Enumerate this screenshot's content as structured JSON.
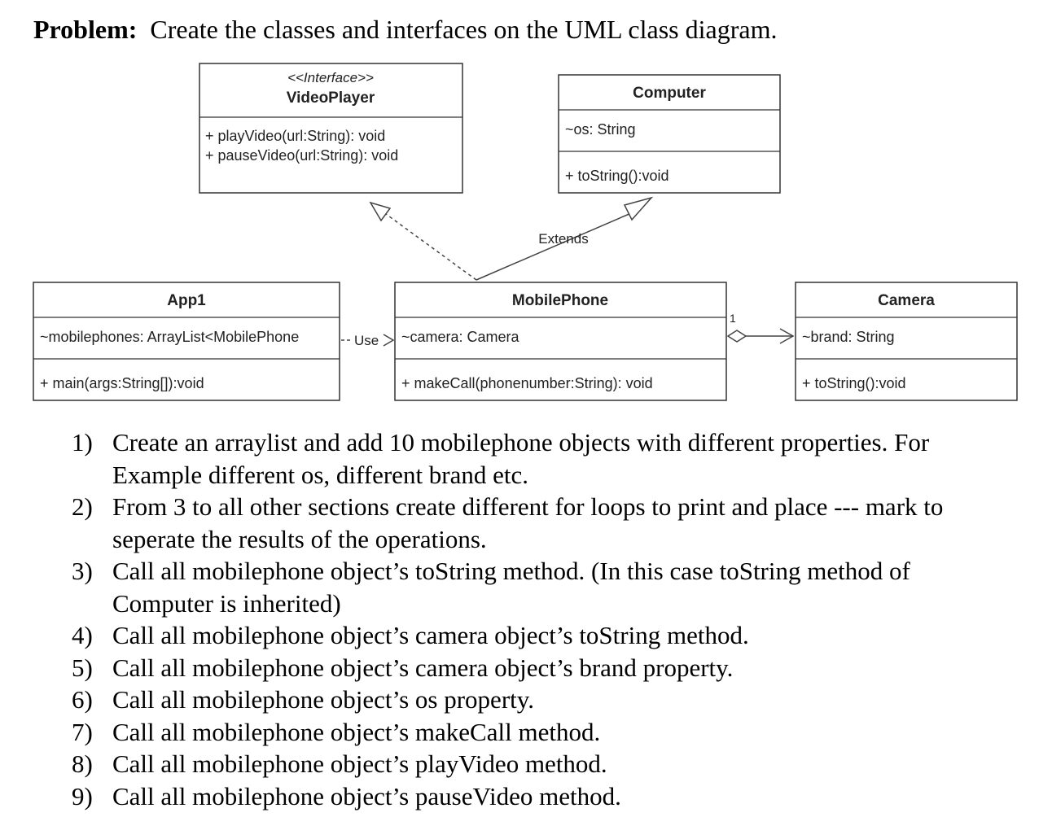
{
  "problem": {
    "label": "Problem:",
    "text": "Create the classes and interfaces on the UML class diagram."
  },
  "diagram": {
    "videoplayer": {
      "stereotype": "<<Interface>>",
      "name": "VideoPlayer",
      "methods": [
        "+ playVideo(url:String): void",
        "+ pauseVideo(url:String): void"
      ]
    },
    "computer": {
      "name": "Computer",
      "attribute": "~os: String",
      "method": "+ toString():void"
    },
    "app1": {
      "name": "App1",
      "attribute": "~mobilephones: ArrayList<MobilePhone",
      "method": "+ main(args:String[]):void"
    },
    "mobilephone": {
      "name": "MobilePhone",
      "attribute": "~camera: Camera",
      "method": "+ makeCall(phonenumber:String): void"
    },
    "camera": {
      "name": "Camera",
      "attribute": "~brand: String",
      "method": "+ toString():void"
    },
    "labels": {
      "extends": "Extends",
      "use": "Use",
      "multiplicity": "1"
    }
  },
  "tasks": [
    {
      "num": "1)",
      "text": "Create an arraylist and add 10 mobilephone objects with different properties. For Example different os, different brand etc."
    },
    {
      "num": "2)",
      "text": "From 3 to all other sections create different for loops to print and place --- mark to seperate the results of the operations."
    },
    {
      "num": "3)",
      "text": "Call all mobilephone object’s toString method. (In this case toString method of Computer is inherited)"
    },
    {
      "num": "4)",
      "text": "Call all mobilephone object’s camera object’s toString method."
    },
    {
      "num": "5)",
      "text": "Call all mobilephone object’s camera object’s brand property."
    },
    {
      "num": "6)",
      "text": "Call all mobilephone object’s os property."
    },
    {
      "num": "7)",
      "text": "Call all mobilephone object’s makeCall method."
    },
    {
      "num": "8)",
      "text": "Call all mobilephone object’s playVideo method."
    },
    {
      "num": "9)",
      "text": "Call all mobilephone object’s pauseVideo method."
    }
  ]
}
